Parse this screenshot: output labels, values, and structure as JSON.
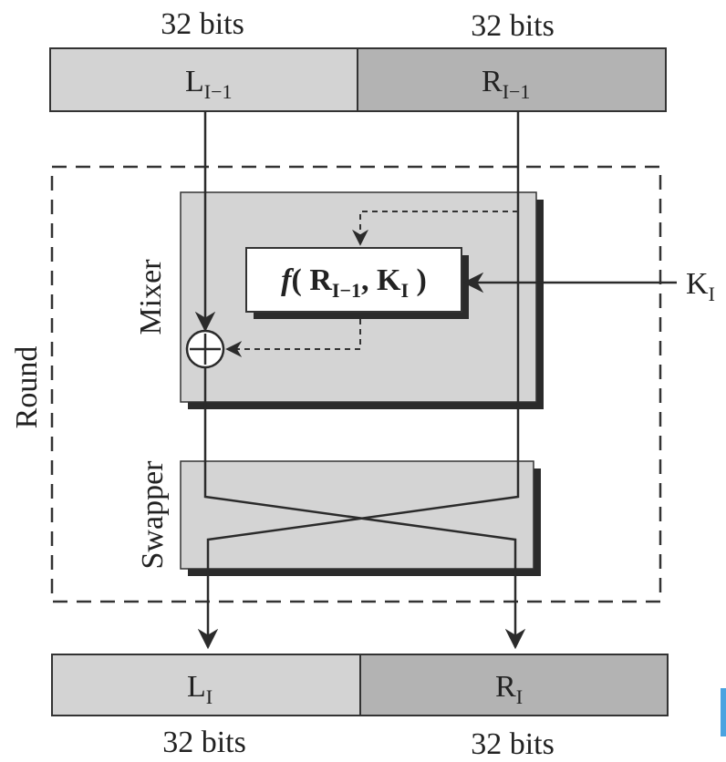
{
  "top": {
    "left_width": "32 bits",
    "right_width": "32 bits",
    "left_label": "L",
    "left_sub": "I−1",
    "right_label": "R",
    "right_sub": "I−1"
  },
  "round": {
    "label": "Round",
    "mixer_label": "Mixer",
    "swapper_label": "Swapper",
    "function": {
      "f": "f",
      "open": "( ",
      "r": "R",
      "r_sub": "I−1",
      "comma": ", K",
      "k_sub": "I",
      "close": " )"
    },
    "key_label": "K",
    "key_sub": "I",
    "xor_symbol": "xor-icon"
  },
  "bottom": {
    "left_width": "32 bits",
    "right_width": "32 bits",
    "left_label": "L",
    "left_sub": "I",
    "right_label": "R",
    "right_sub": "I"
  },
  "colors": {
    "left_half": "#d3d3d3",
    "right_half": "#b3b3b3",
    "box_fill": "#d4d4d4",
    "shadow": "#2b2b2b",
    "accent_bar": "#4aa3e0"
  }
}
